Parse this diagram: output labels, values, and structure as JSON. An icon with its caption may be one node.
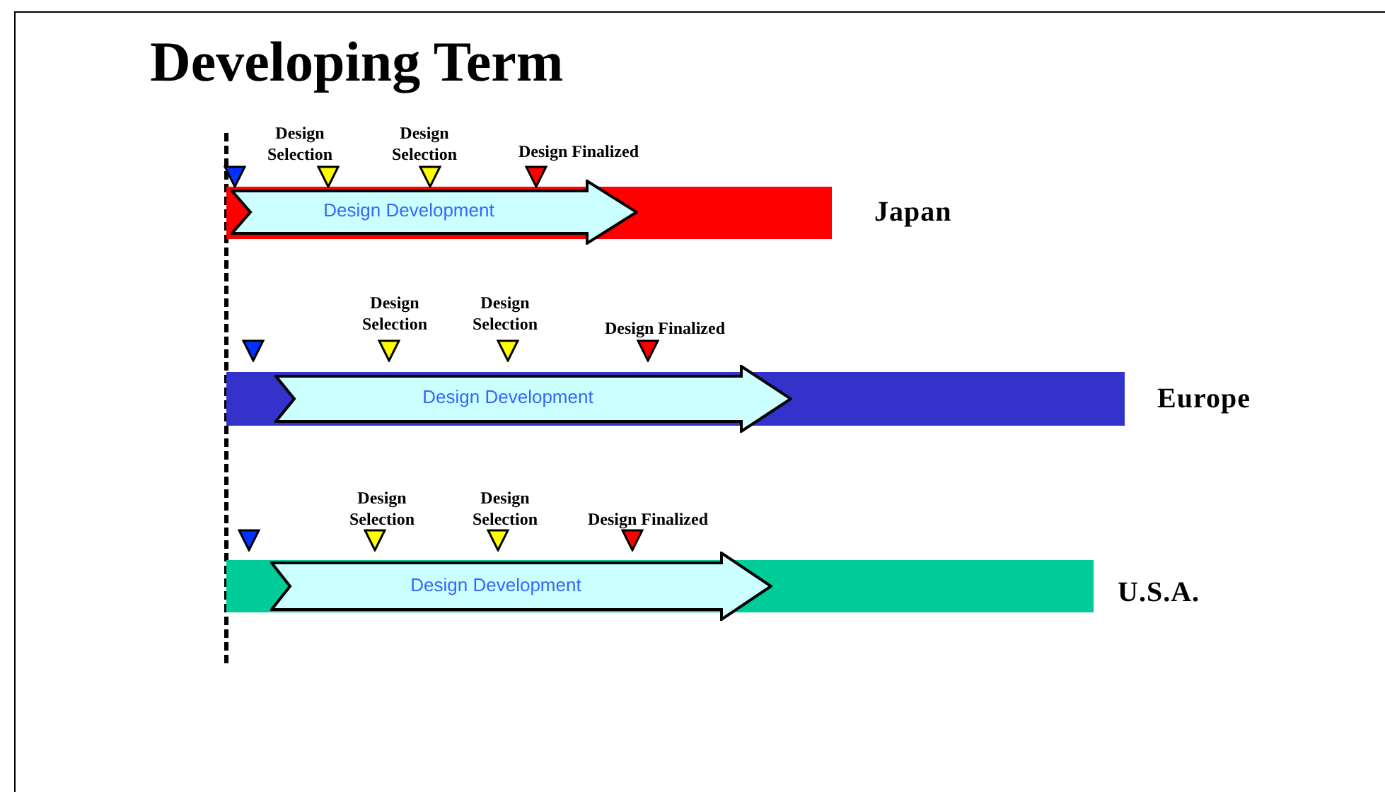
{
  "diagram": {
    "title": "Developing Term",
    "nodes": [
      {
        "text": [
          "Japan"
        ]
      },
      {
        "text": [
          "Design Development"
        ],
        "in": 0
      },
      {
        "text": [
          "Europe"
        ]
      },
      {
        "text": [
          "Design Development"
        ],
        "in": 2
      },
      {
        "text": [
          "U.S.A."
        ]
      },
      {
        "text": [
          "Design Development"
        ],
        "in": 4
      }
    ],
    "labels": [
      "Design Selection",
      "Design Selection",
      "Design Finalized",
      "Design Selection",
      "Design Selection",
      "Design Finalized",
      "Design Selection",
      "Design Selection",
      "Design Finalized"
    ]
  }
}
